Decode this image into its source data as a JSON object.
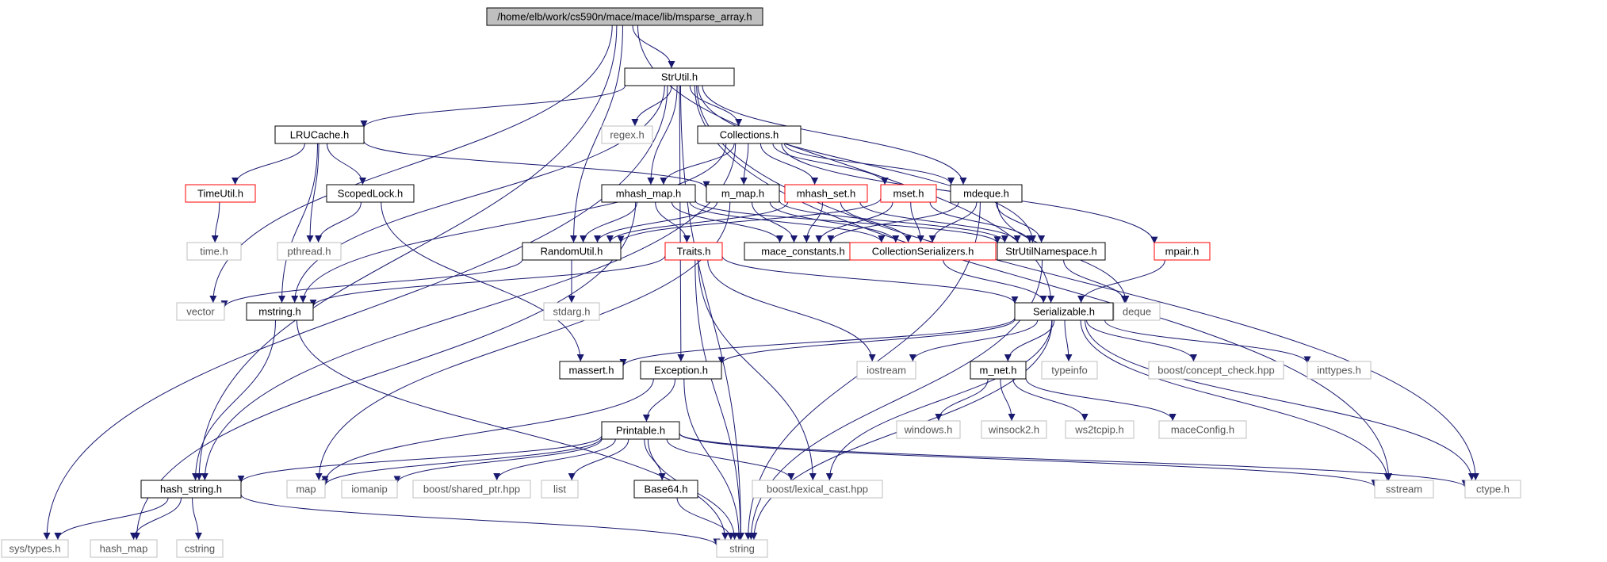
{
  "colors": {
    "edge": "#191970",
    "node_black_border": "#000000",
    "node_red_border": "#ff0000",
    "node_gray_border": "#bfbfbf",
    "root_fill": "#bfbfbf",
    "text_default": "#000000",
    "text_gray": "#555555"
  },
  "graph": {
    "nodes": [
      {
        "id": "root",
        "label": "/home/elb/work/cs590n/mace/mace/lib/msparse_array.h",
        "style": "root"
      },
      {
        "id": "strutil",
        "label": "StrUtil.h",
        "style": "black"
      },
      {
        "id": "regex",
        "label": "regex.h",
        "style": "gray"
      },
      {
        "id": "lrucache",
        "label": "LRUCache.h",
        "style": "black"
      },
      {
        "id": "collections",
        "label": "Collections.h",
        "style": "black"
      },
      {
        "id": "timeutil",
        "label": "TimeUtil.h",
        "style": "red"
      },
      {
        "id": "scopedlock",
        "label": "ScopedLock.h",
        "style": "black"
      },
      {
        "id": "mhashmap",
        "label": "mhash_map.h",
        "style": "black"
      },
      {
        "id": "mmap",
        "label": "m_map.h",
        "style": "black"
      },
      {
        "id": "mhashset",
        "label": "mhash_set.h",
        "style": "red"
      },
      {
        "id": "mset",
        "label": "mset.h",
        "style": "red"
      },
      {
        "id": "mdeque",
        "label": "mdeque.h",
        "style": "black"
      },
      {
        "id": "timeh",
        "label": "time.h",
        "style": "gray"
      },
      {
        "id": "pthread",
        "label": "pthread.h",
        "style": "gray"
      },
      {
        "id": "randomutil",
        "label": "RandomUtil.h",
        "style": "black"
      },
      {
        "id": "traits",
        "label": "Traits.h",
        "style": "red"
      },
      {
        "id": "maceconst",
        "label": "mace_constants.h",
        "style": "black"
      },
      {
        "id": "collser",
        "label": "CollectionSerializers.h",
        "style": "red"
      },
      {
        "id": "strutilns",
        "label": "StrUtilNamespace.h",
        "style": "black"
      },
      {
        "id": "mpair",
        "label": "mpair.h",
        "style": "red"
      },
      {
        "id": "vector",
        "label": "vector",
        "style": "gray"
      },
      {
        "id": "mstring",
        "label": "mstring.h",
        "style": "black"
      },
      {
        "id": "stdarg",
        "label": "stdarg.h",
        "style": "gray"
      },
      {
        "id": "serializable",
        "label": "Serializable.h",
        "style": "black"
      },
      {
        "id": "deque",
        "label": "deque",
        "style": "gray"
      },
      {
        "id": "massert",
        "label": "massert.h",
        "style": "black"
      },
      {
        "id": "exception",
        "label": "Exception.h",
        "style": "black"
      },
      {
        "id": "iostream",
        "label": "iostream",
        "style": "gray"
      },
      {
        "id": "mnet",
        "label": "m_net.h",
        "style": "black"
      },
      {
        "id": "typeinfo",
        "label": "typeinfo",
        "style": "gray"
      },
      {
        "id": "conceptcheck",
        "label": "boost/concept_check.hpp",
        "style": "gray"
      },
      {
        "id": "inttypes",
        "label": "inttypes.h",
        "style": "gray"
      },
      {
        "id": "windows",
        "label": "windows.h",
        "style": "gray"
      },
      {
        "id": "winsock2",
        "label": "winsock2.h",
        "style": "gray"
      },
      {
        "id": "ws2tcpip",
        "label": "ws2tcpip.h",
        "style": "gray"
      },
      {
        "id": "maceconfig",
        "label": "maceConfig.h",
        "style": "gray"
      },
      {
        "id": "printable",
        "label": "Printable.h",
        "style": "black"
      },
      {
        "id": "hashstring",
        "label": "hash_string.h",
        "style": "black"
      },
      {
        "id": "map",
        "label": "map",
        "style": "gray"
      },
      {
        "id": "iomanip",
        "label": "iomanip",
        "style": "gray"
      },
      {
        "id": "sharedptr",
        "label": "boost/shared_ptr.hpp",
        "style": "gray"
      },
      {
        "id": "list",
        "label": "list",
        "style": "gray"
      },
      {
        "id": "base64",
        "label": "Base64.h",
        "style": "black"
      },
      {
        "id": "lexicalcast",
        "label": "boost/lexical_cast.hpp",
        "style": "gray"
      },
      {
        "id": "sstream",
        "label": "sstream",
        "style": "gray"
      },
      {
        "id": "ctype",
        "label": "ctype.h",
        "style": "gray"
      },
      {
        "id": "systypes",
        "label": "sys/types.h",
        "style": "gray"
      },
      {
        "id": "hashmap",
        "label": "hash_map",
        "style": "gray"
      },
      {
        "id": "cstring",
        "label": "cstring",
        "style": "gray"
      },
      {
        "id": "string",
        "label": "string",
        "style": "gray"
      }
    ],
    "edges": [
      [
        "root",
        "strutil"
      ],
      [
        "root",
        "randomutil"
      ],
      [
        "root",
        "vector"
      ],
      [
        "root",
        "hashstring"
      ],
      [
        "root",
        "serializable"
      ],
      [
        "strutil",
        "regex"
      ],
      [
        "strutil",
        "lrucache"
      ],
      [
        "strutil",
        "collections"
      ],
      [
        "strutil",
        "mhashmap"
      ],
      [
        "strutil",
        "mdeque"
      ],
      [
        "strutil",
        "strutilns"
      ],
      [
        "strutil",
        "exception"
      ],
      [
        "strutil",
        "mstring"
      ],
      [
        "strutil",
        "systypes"
      ],
      [
        "strutil",
        "sstream"
      ],
      [
        "strutil",
        "ctype"
      ],
      [
        "strutil",
        "string"
      ],
      [
        "lrucache",
        "timeutil"
      ],
      [
        "lrucache",
        "scopedlock"
      ],
      [
        "lrucache",
        "pthread"
      ],
      [
        "lrucache",
        "mmap"
      ],
      [
        "lrucache",
        "mstring"
      ],
      [
        "collections",
        "mhashmap"
      ],
      [
        "collections",
        "mmap"
      ],
      [
        "collections",
        "mhashset"
      ],
      [
        "collections",
        "mset"
      ],
      [
        "collections",
        "mdeque"
      ],
      [
        "collections",
        "mpair"
      ],
      [
        "collections",
        "mstring"
      ],
      [
        "collections",
        "hashstring"
      ],
      [
        "timeutil",
        "timeh"
      ],
      [
        "scopedlock",
        "pthread"
      ],
      [
        "scopedlock",
        "massert"
      ],
      [
        "mhashmap",
        "randomutil"
      ],
      [
        "mhashmap",
        "traits"
      ],
      [
        "mhashmap",
        "maceconst"
      ],
      [
        "mhashmap",
        "collser"
      ],
      [
        "mhashmap",
        "strutilns"
      ],
      [
        "mhashmap",
        "hashmap"
      ],
      [
        "mmap",
        "randomutil"
      ],
      [
        "mmap",
        "maceconst"
      ],
      [
        "mmap",
        "collser"
      ],
      [
        "mmap",
        "strutilns"
      ],
      [
        "mmap",
        "map"
      ],
      [
        "mhashset",
        "randomutil"
      ],
      [
        "mhashset",
        "maceconst"
      ],
      [
        "mhashset",
        "collser"
      ],
      [
        "mhashset",
        "strutilns"
      ],
      [
        "mset",
        "randomutil"
      ],
      [
        "mset",
        "maceconst"
      ],
      [
        "mset",
        "collser"
      ],
      [
        "mset",
        "strutilns"
      ],
      [
        "mdeque",
        "maceconst"
      ],
      [
        "mdeque",
        "collser"
      ],
      [
        "mdeque",
        "strutilns"
      ],
      [
        "mdeque",
        "deque"
      ],
      [
        "mdeque",
        "string"
      ],
      [
        "randomutil",
        "stdarg"
      ],
      [
        "randomutil",
        "vector"
      ],
      [
        "traits",
        "mstring"
      ],
      [
        "traits",
        "serializable"
      ],
      [
        "traits",
        "iostream"
      ],
      [
        "traits",
        "lexicalcast"
      ],
      [
        "traits",
        "string"
      ],
      [
        "collser",
        "serializable"
      ],
      [
        "strutilns",
        "deque"
      ],
      [
        "strutilns",
        "string"
      ],
      [
        "mpair",
        "serializable"
      ],
      [
        "mstring",
        "hashstring"
      ],
      [
        "mstring",
        "string"
      ],
      [
        "serializable",
        "massert"
      ],
      [
        "serializable",
        "exception"
      ],
      [
        "serializable",
        "iostream"
      ],
      [
        "serializable",
        "mnet"
      ],
      [
        "serializable",
        "typeinfo"
      ],
      [
        "serializable",
        "conceptcheck"
      ],
      [
        "serializable",
        "inttypes"
      ],
      [
        "serializable",
        "lexicalcast"
      ],
      [
        "serializable",
        "sstream"
      ],
      [
        "serializable",
        "ctype"
      ],
      [
        "serializable",
        "string"
      ],
      [
        "exception",
        "printable"
      ],
      [
        "exception",
        "map"
      ],
      [
        "exception",
        "string"
      ],
      [
        "mnet",
        "windows"
      ],
      [
        "mnet",
        "winsock2"
      ],
      [
        "mnet",
        "ws2tcpip"
      ],
      [
        "mnet",
        "maceconfig"
      ],
      [
        "printable",
        "hashstring"
      ],
      [
        "printable",
        "map"
      ],
      [
        "printable",
        "iomanip"
      ],
      [
        "printable",
        "sharedptr"
      ],
      [
        "printable",
        "list"
      ],
      [
        "printable",
        "base64"
      ],
      [
        "printable",
        "lexicalcast"
      ],
      [
        "printable",
        "sstream"
      ],
      [
        "printable",
        "ctype"
      ],
      [
        "printable",
        "string"
      ],
      [
        "base64",
        "string"
      ],
      [
        "hashstring",
        "systypes"
      ],
      [
        "hashstring",
        "hashmap"
      ],
      [
        "hashstring",
        "cstring"
      ],
      [
        "hashstring",
        "string"
      ]
    ]
  }
}
